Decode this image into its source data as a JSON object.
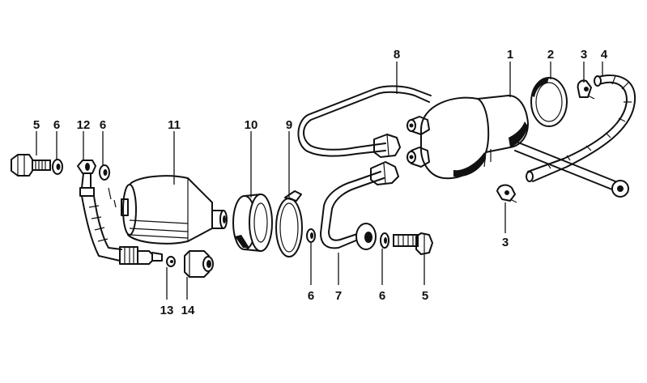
{
  "diagram": {
    "callouts": [
      {
        "id": "c5a",
        "text": "5"
      },
      {
        "id": "c6a",
        "text": "6"
      },
      {
        "id": "c12",
        "text": "12"
      },
      {
        "id": "c6b",
        "text": "6"
      },
      {
        "id": "c11",
        "text": "11"
      },
      {
        "id": "c10",
        "text": "10"
      },
      {
        "id": "c9",
        "text": "9"
      },
      {
        "id": "c8",
        "text": "8"
      },
      {
        "id": "c1",
        "text": "1"
      },
      {
        "id": "c2",
        "text": "2"
      },
      {
        "id": "c3a",
        "text": "3"
      },
      {
        "id": "c4",
        "text": "4"
      },
      {
        "id": "c3b",
        "text": "3"
      },
      {
        "id": "c6c",
        "text": "6"
      },
      {
        "id": "c7",
        "text": "7"
      },
      {
        "id": "c6d",
        "text": "6"
      },
      {
        "id": "c5b",
        "text": "5"
      },
      {
        "id": "c13",
        "text": "13"
      },
      {
        "id": "c14",
        "text": "14"
      }
    ],
    "colors": {
      "ink": "#111111",
      "paper": "#ffffff"
    }
  }
}
